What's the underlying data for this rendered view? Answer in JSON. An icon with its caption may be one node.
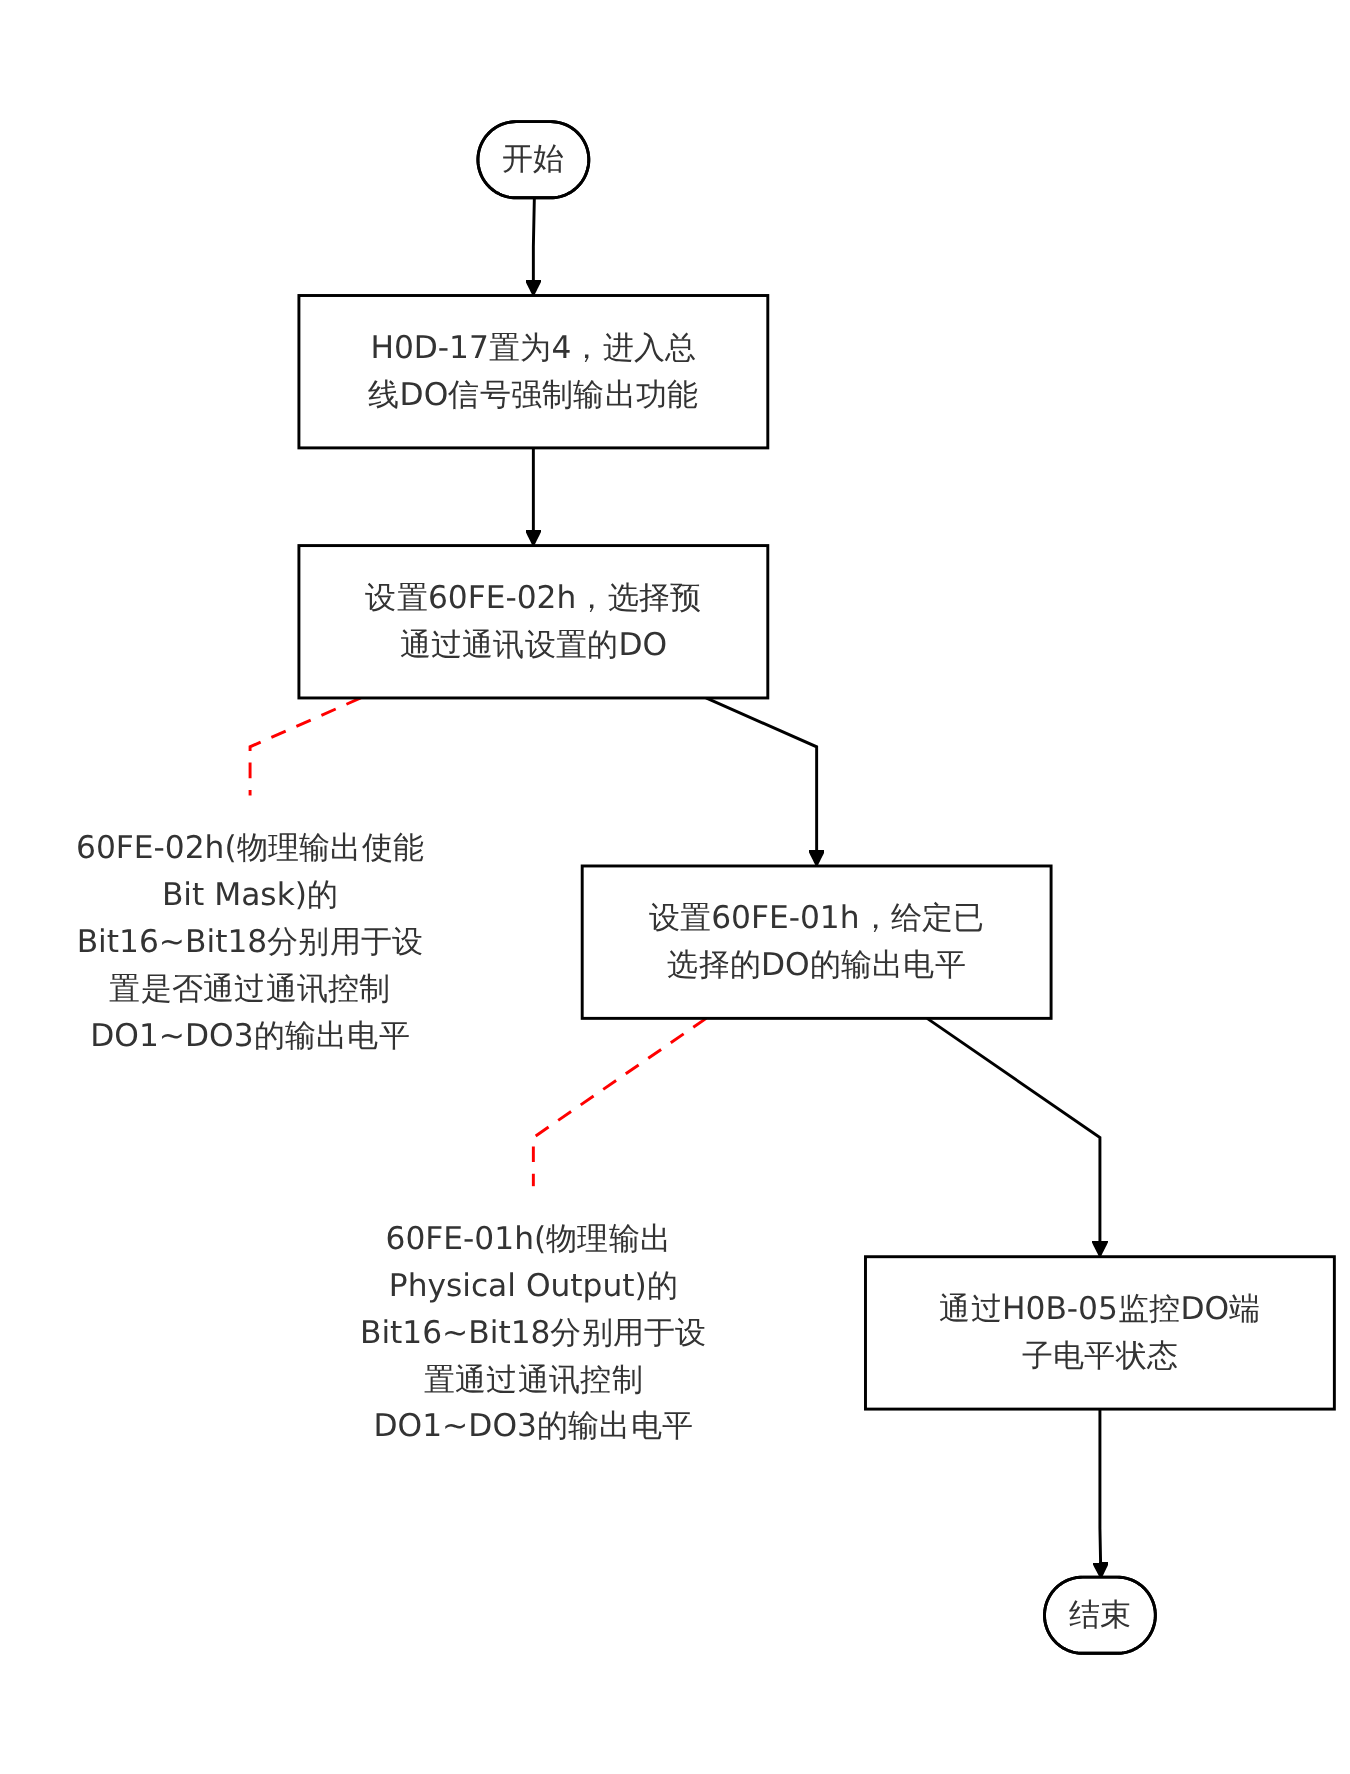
{
  "diagram": {
    "nodes": [
      {
        "text": [
          "开始"
        ]
      },
      {
        "text": [
          "H0D-17置为4，进入总线DO信号强制输出功能"
        ]
      },
      {
        "text": [
          "设置60FE-02h，选择预通过通讯设置的DO"
        ]
      },
      {
        "text": [
          "60FE-02h(物理输出使能Bit Mask)的Bit16~Bit18分别用于设置是否通过通讯控制DO1~DO3的输出电平"
        ]
      },
      {
        "text": [
          "设置60FE-01h，给定已选择的DO的输出电平"
        ]
      },
      {
        "text": [
          "60FE-01h(物理输出 Physical Output)的Bit16~Bit18分别用于设置通过通讯控制DO1~DO3的输出电平"
        ]
      },
      {
        "text": [
          "通过H0B-05监控DO端子电平状态"
        ]
      },
      {
        "text": [
          "结束"
        ]
      }
    ],
    "edges": [
      {
        "from": 0,
        "to": 1,
        "arrow": "to"
      },
      {
        "from": 1,
        "to": 2,
        "arrow": "to"
      },
      {
        "from": 2,
        "to": 3,
        "arrow": "none",
        "style": "dashed",
        "color": "#ff0000"
      },
      {
        "from": 2,
        "to": 4,
        "arrow": "to"
      },
      {
        "from": 4,
        "to": 5,
        "arrow": "none",
        "style": "dashed",
        "color": "#ff0000"
      },
      {
        "from": 4,
        "to": 6,
        "arrow": "to"
      },
      {
        "from": 6,
        "to": 7,
        "arrow": "to"
      }
    ]
  }
}
